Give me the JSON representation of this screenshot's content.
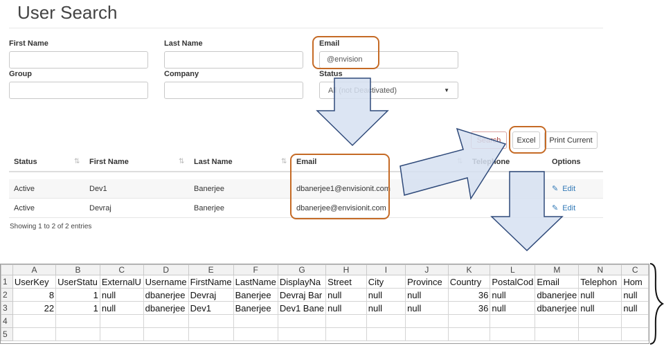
{
  "page": {
    "title": "User Search"
  },
  "form": {
    "first_name": {
      "label": "First Name",
      "value": ""
    },
    "last_name": {
      "label": "Last Name",
      "value": ""
    },
    "email": {
      "label": "Email",
      "value": "@envision"
    },
    "group": {
      "label": "Group",
      "value": ""
    },
    "company": {
      "label": "Company",
      "value": ""
    },
    "status": {
      "label": "Status",
      "selected": "All (not Deactivated)"
    }
  },
  "buttons": {
    "search": "Search",
    "excel": "Excel",
    "print": "Print Current"
  },
  "table": {
    "headers": [
      "Status",
      "First Name",
      "Last Name",
      "Email",
      "Telephone",
      "Options"
    ],
    "rows": [
      {
        "status": "Active",
        "first": "Dev1",
        "last": "Banerjee",
        "email": "dbanerjee1@envisionit.com",
        "telephone": "",
        "option": "Edit"
      },
      {
        "status": "Active",
        "first": "Devraj",
        "last": "Banerjee",
        "email": "dbanerjee@envisionit.com",
        "telephone": "",
        "option": "Edit"
      }
    ],
    "footer": "Showing 1 to 2 of 2 entries"
  },
  "spreadsheet": {
    "columns": [
      "A",
      "B",
      "C",
      "D",
      "E",
      "F",
      "G",
      "H",
      "I",
      "J",
      "K",
      "L",
      "M",
      "N",
      "C"
    ],
    "rows": [
      {
        "num": "1",
        "cells": [
          "UserKey",
          "UserStatu",
          "ExternalU",
          "Username",
          "FirstName",
          "LastName",
          "DisplayNa",
          "Street",
          "City",
          "Province",
          "Country",
          "PostalCod",
          "Email",
          "Telephon",
          "Hom"
        ]
      },
      {
        "num": "2",
        "cells": [
          "8",
          "1",
          "null",
          "dbanerjee",
          "Devraj",
          "Banerjee",
          "Devraj Bar",
          "null",
          "null",
          "null",
          "36",
          "null",
          "dbanerjee",
          "null",
          "null"
        ]
      },
      {
        "num": "3",
        "cells": [
          "22",
          "1",
          "null",
          "dbanerjee",
          "Dev1",
          "Banerjee",
          "Dev1 Bane",
          "null",
          "null",
          "null",
          "36",
          "null",
          "dbanerjee",
          "null",
          "null"
        ]
      },
      {
        "num": "4",
        "cells": [
          "",
          "",
          "",
          "",
          "",
          "",
          "",
          "",
          "",
          "",
          "",
          "",
          "",
          "",
          ""
        ]
      },
      {
        "num": "5",
        "cells": [
          "",
          "",
          "",
          "",
          "",
          "",
          "",
          "",
          "",
          "",
          "",
          "",
          "",
          "",
          ""
        ]
      }
    ]
  },
  "colors": {
    "annotation": "#c56a25",
    "arrow_fill": "#d6e1f1",
    "arrow_stroke": "#2f4a7a",
    "link": "#337ab7"
  }
}
